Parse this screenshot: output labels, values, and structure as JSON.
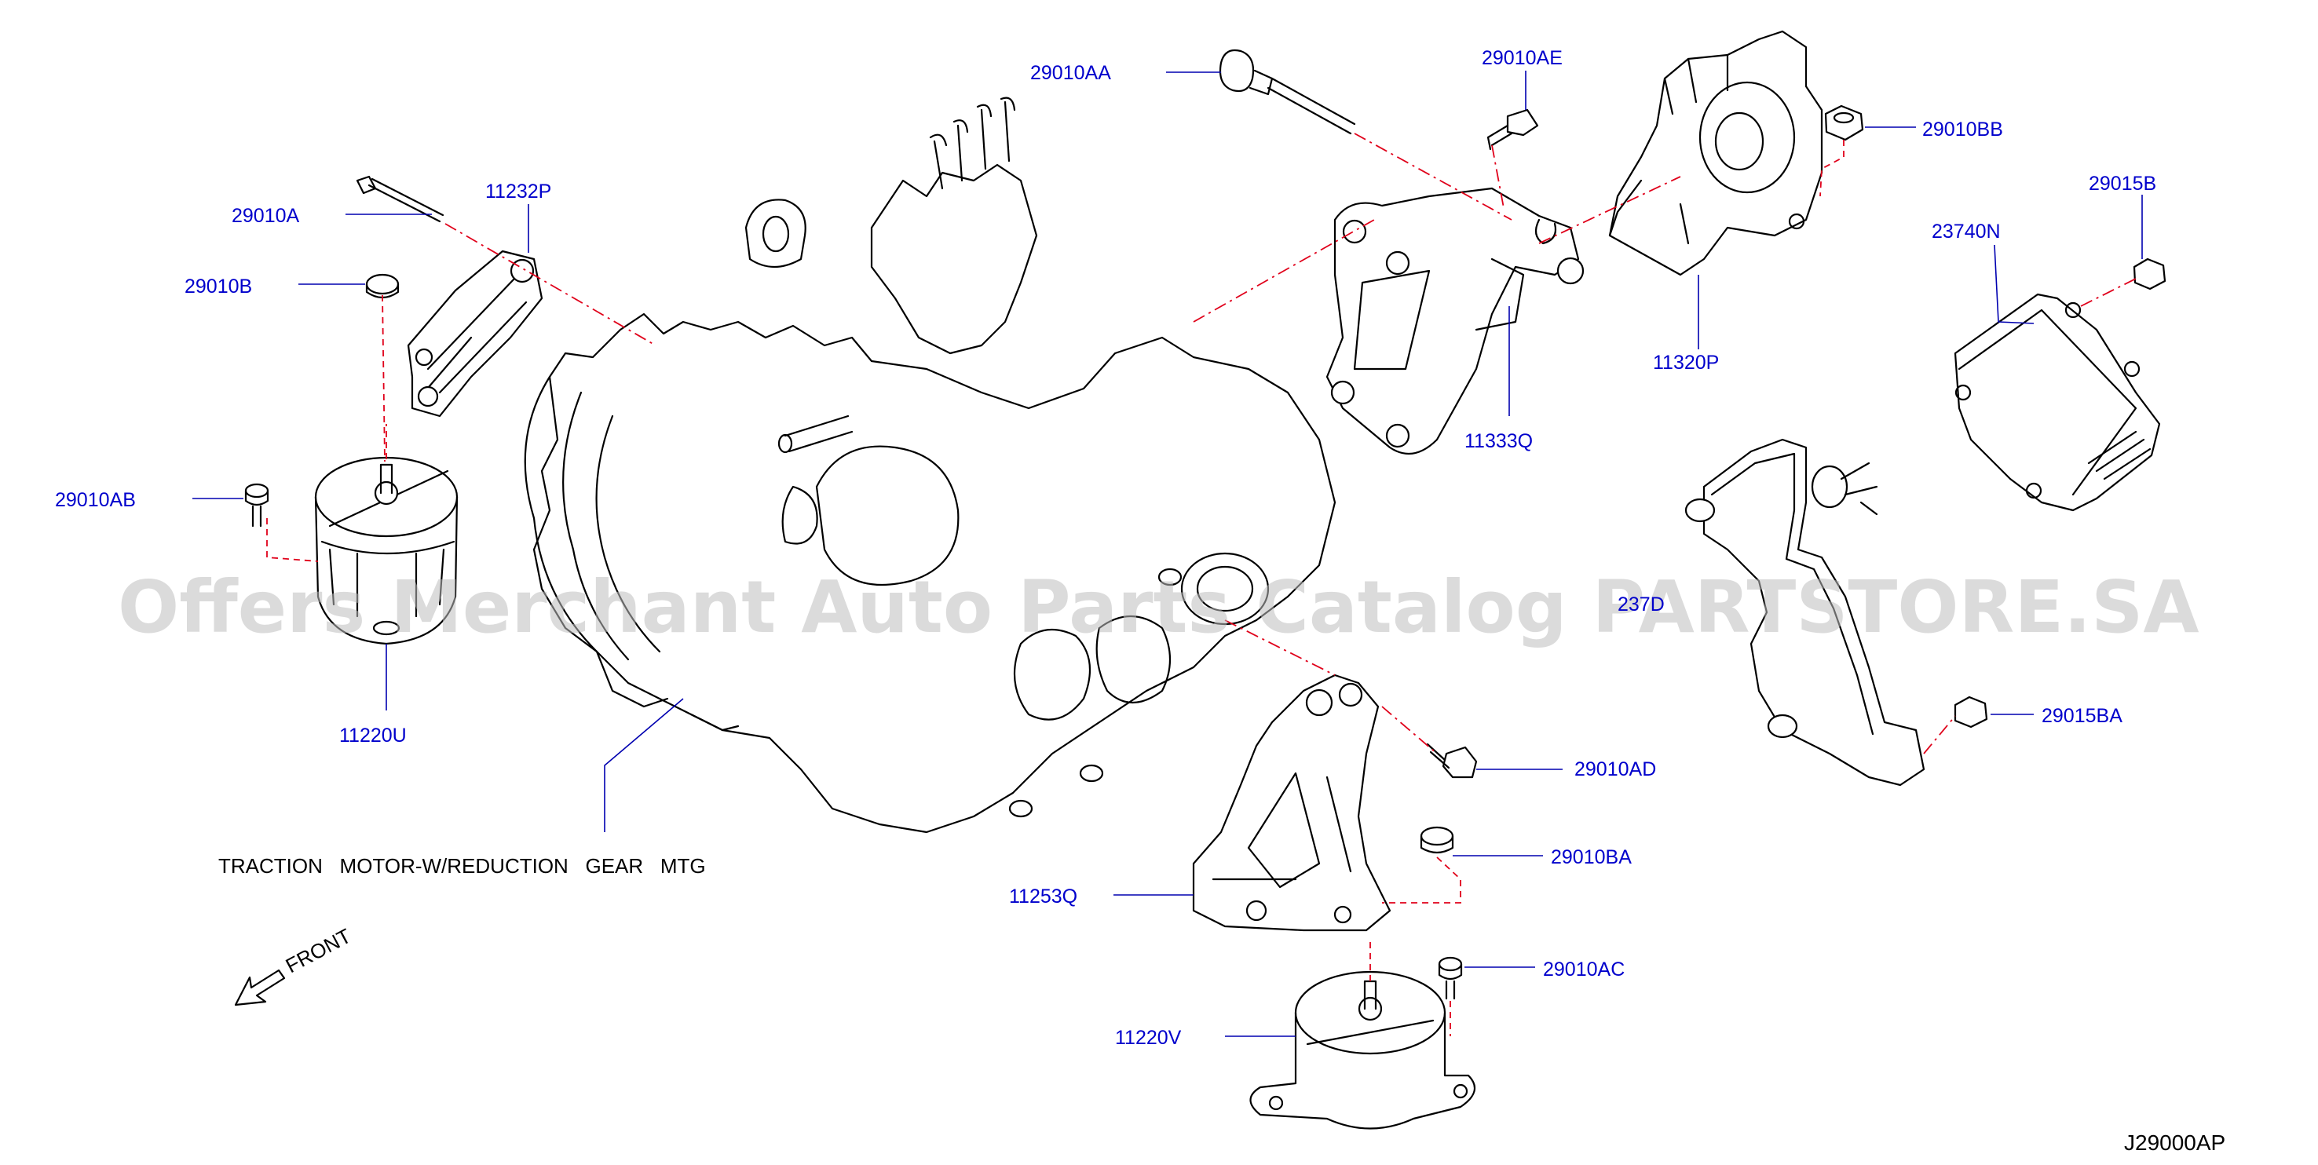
{
  "theme": {
    "label_color": "#0000cc",
    "leader_color": "#0000b0",
    "dash_color": "#e0001a",
    "watermark_color": "#bdbdbd"
  },
  "parts": [
    {
      "id": "29010AA",
      "label": "29010AA"
    },
    {
      "id": "29010AE",
      "label": "29010AE"
    },
    {
      "id": "29010BB",
      "label": "29010BB"
    },
    {
      "id": "29015B",
      "label": "29015B"
    },
    {
      "id": "23740N",
      "label": "23740N"
    },
    {
      "id": "11320P",
      "label": "11320P"
    },
    {
      "id": "11333Q",
      "label": "11333Q"
    },
    {
      "id": "29010A",
      "label": "29010A"
    },
    {
      "id": "11232P",
      "label": "11232P"
    },
    {
      "id": "29010B",
      "label": "29010B"
    },
    {
      "id": "29010AB",
      "label": "29010AB"
    },
    {
      "id": "11220U",
      "label": "11220U"
    },
    {
      "id": "237D",
      "label": "237D"
    },
    {
      "id": "29015BA",
      "label": "29015BA"
    },
    {
      "id": "29010AD",
      "label": "29010AD"
    },
    {
      "id": "29010BA",
      "label": "29010BA"
    },
    {
      "id": "11253Q",
      "label": "11253Q"
    },
    {
      "id": "29010AC",
      "label": "29010AC"
    },
    {
      "id": "11220V",
      "label": "11220V"
    }
  ],
  "callouts": {
    "traction_motor": "TRACTION   MOTOR-W/REDUCTION   GEAR   MTG",
    "front": "FRONT"
  },
  "diagram_code": "J29000AP",
  "watermark": "Offers Merchant Auto Parts Catalog PARTSTORE.SA"
}
